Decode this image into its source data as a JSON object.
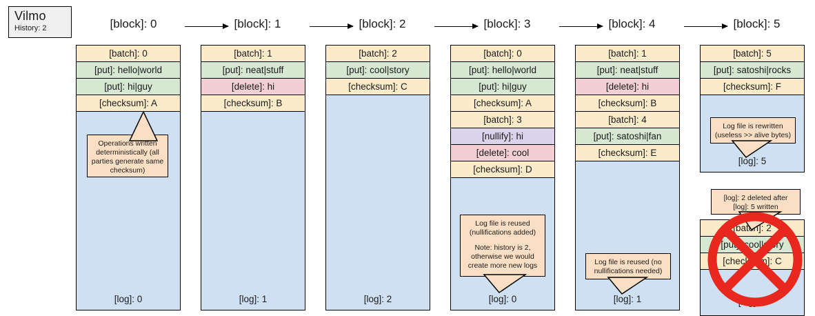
{
  "legend": {
    "title": "Vilmo",
    "subtitle": "History: 2"
  },
  "blocks": [
    {
      "header": "[block]: 0",
      "log": "[log]: 0",
      "rows": [
        {
          "text": "[batch]: 0",
          "kind": "beige"
        },
        {
          "text": "[put]: hello|world",
          "kind": "green"
        },
        {
          "text": "[put]: hi|guy",
          "kind": "green"
        },
        {
          "text": "[checksum]: A",
          "kind": "beige"
        }
      ],
      "callout": {
        "lines": [
          "Operations written",
          "deterministically (all",
          "parties generate same",
          "checksum)"
        ]
      }
    },
    {
      "header": "[block]: 1",
      "log": "[log]: 1",
      "rows": [
        {
          "text": "[batch]: 1",
          "kind": "beige"
        },
        {
          "text": "[put]: neat|stuff",
          "kind": "green"
        },
        {
          "text": "[delete]: hi",
          "kind": "pink"
        },
        {
          "text": "[checksum]: B",
          "kind": "beige"
        }
      ]
    },
    {
      "header": "[block]: 2",
      "log": "[log]: 2",
      "rows": [
        {
          "text": "[batch]: 2",
          "kind": "beige"
        },
        {
          "text": "[put]: cool|story",
          "kind": "green"
        },
        {
          "text": "[checksum]: C",
          "kind": "beige"
        }
      ]
    },
    {
      "header": "[block]: 3",
      "log": "[log]: 0",
      "rows": [
        {
          "text": "[batch]: 0",
          "kind": "beige"
        },
        {
          "text": "[put]: hello|world",
          "kind": "green"
        },
        {
          "text": "[put]: hi|guy",
          "kind": "green"
        },
        {
          "text": "[checksum]: A",
          "kind": "beige"
        },
        {
          "text": "[batch]: 3",
          "kind": "beige"
        },
        {
          "text": "[nullify]: hi",
          "kind": "purple"
        },
        {
          "text": "[delete]: cool",
          "kind": "pink"
        },
        {
          "text": "[checksum]: D",
          "kind": "beige"
        }
      ],
      "callout": {
        "lines": [
          "Log file is reused",
          "(nullifications added)",
          "",
          "Note: history is 2,",
          "otherwise we would",
          "create more new logs"
        ]
      }
    },
    {
      "header": "[block]: 4",
      "log": "[log]: 1",
      "rows": [
        {
          "text": "[batch]: 1",
          "kind": "beige"
        },
        {
          "text": "[put]: neat|stuff",
          "kind": "green"
        },
        {
          "text": "[delete]: hi",
          "kind": "pink"
        },
        {
          "text": "[checksum]: B",
          "kind": "beige"
        },
        {
          "text": "[batch]: 4",
          "kind": "beige"
        },
        {
          "text": "[put]: satoshi|fan",
          "kind": "green"
        },
        {
          "text": "[checksum]: E",
          "kind": "beige"
        }
      ],
      "callout": {
        "lines": [
          "Log file is reused (no",
          "nullifications needed)"
        ]
      }
    },
    {
      "header": "[block]: 5",
      "log": "[log]: 5",
      "rows": [
        {
          "text": "[batch]: 5",
          "kind": "beige"
        },
        {
          "text": "[put]: satoshi|rocks",
          "kind": "green"
        },
        {
          "text": "[checksum]: F",
          "kind": "beige"
        }
      ],
      "callout": {
        "lines": [
          "Log file is rewritten",
          "(useless >> alive bytes)"
        ]
      },
      "deleted_block": {
        "log": "[log]: 2",
        "rows": [
          {
            "text": "[batch]: 2",
            "kind": "beige"
          },
          {
            "text": "[put]: cool|story",
            "kind": "green"
          },
          {
            "text": "[checksum]: C",
            "kind": "beige"
          }
        ],
        "callout": {
          "lines": [
            "[log]: 2 deleted after",
            "[log]: 5 written"
          ]
        },
        "marker": "deleted-x-icon"
      }
    }
  ],
  "colors": {
    "beige": "#fcebc8",
    "green": "#d6e8d2",
    "pink": "#f3cfd4",
    "purple": "#dbd3ec",
    "log_body": "#cfe0f3",
    "callout": "#fbdfc4",
    "delete_marker": "#e8271f",
    "legend_bg": "#f0f0f0"
  }
}
